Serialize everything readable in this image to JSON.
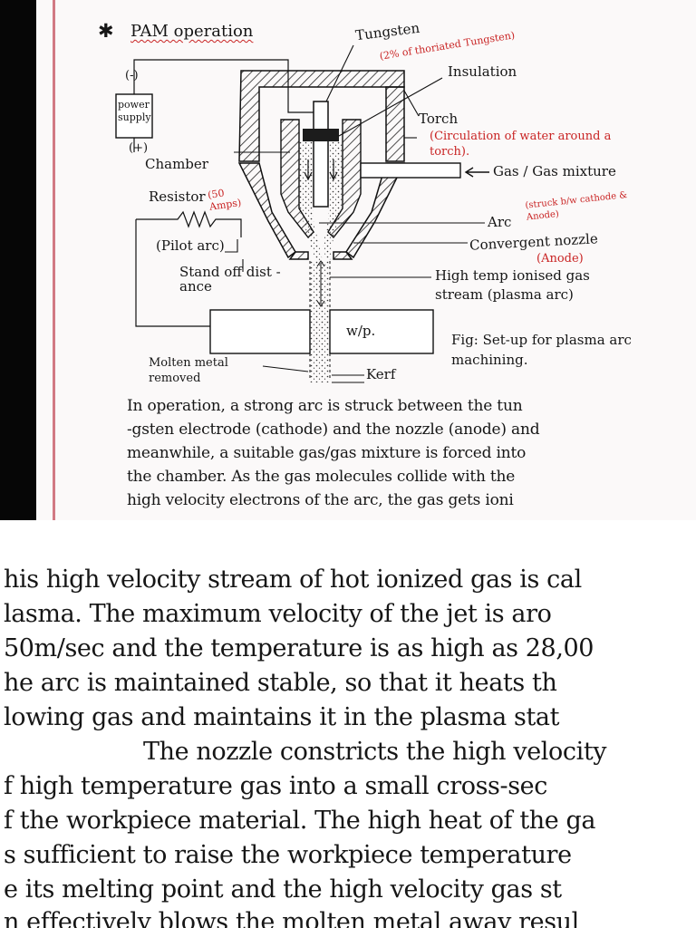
{
  "top_page": {
    "heading": "PAM operation",
    "diagram": {
      "labels": {
        "tungsten": "Tungsten",
        "tungsten_note": "(2% of thoriated Tungsten)",
        "insulation": "Insulation",
        "torch": "Torch",
        "water_note": "(Circulation of water around a torch).",
        "gas_mixture": "Gas / Gas mixture",
        "arc": "Arc",
        "arc_note": "(struck b/w cathode & Anode)",
        "nozzle": "Convergent nozzle",
        "nozzle_note": "(Anode)",
        "plasma_stream": "High temp ionised gas stream (plasma arc)",
        "minus": "(-)",
        "plus": "(+)",
        "power_supply": "power supply",
        "chamber": "Chamber",
        "resistor": "Resistor",
        "resistor_note": "(50 Amps)",
        "pilot_arc": "(Pilot arc)",
        "standoff": "Stand off dist -ance",
        "workpiece": "w/p.",
        "molten": "Molten metal removed",
        "kerf": "Kerf"
      },
      "caption": "Fig: Set-up for plasma arc machining."
    },
    "paragraph_lines": [
      "In operation, a strong arc is struck between the tun",
      "-gsten electrode (cathode) and the nozzle (anode) and",
      "meanwhile, a suitable gas/gas mixture is forced into",
      "the chamber. As the gas molecules collide with the",
      "high velocity electrons of the arc, the gas gets ioni"
    ]
  },
  "bottom_page": {
    "lines": [
      "his high velocity stream of hot ionized gas is cal",
      "lasma. The maximum velocity of the jet is aro",
      "50m/sec and the temperature is as high as 28,00",
      "he arc is maintained stable, so that it heats th",
      "lowing gas and maintains it in the plasma stat",
      "The nozzle constricts the high velocity",
      "f high temperature gas into a small cross-sec",
      "f the workpiece material. The high heat of the ga",
      "s sufficient to raise the workpiece temperature",
      "e its melting point and the high velocity gas st",
      "n effectively blows the molten metal away resul"
    ]
  },
  "colors": {
    "ink": "#161616",
    "red_ink": "#c92424",
    "margin_rule": "#d27a84",
    "scan_band": "#060606"
  }
}
